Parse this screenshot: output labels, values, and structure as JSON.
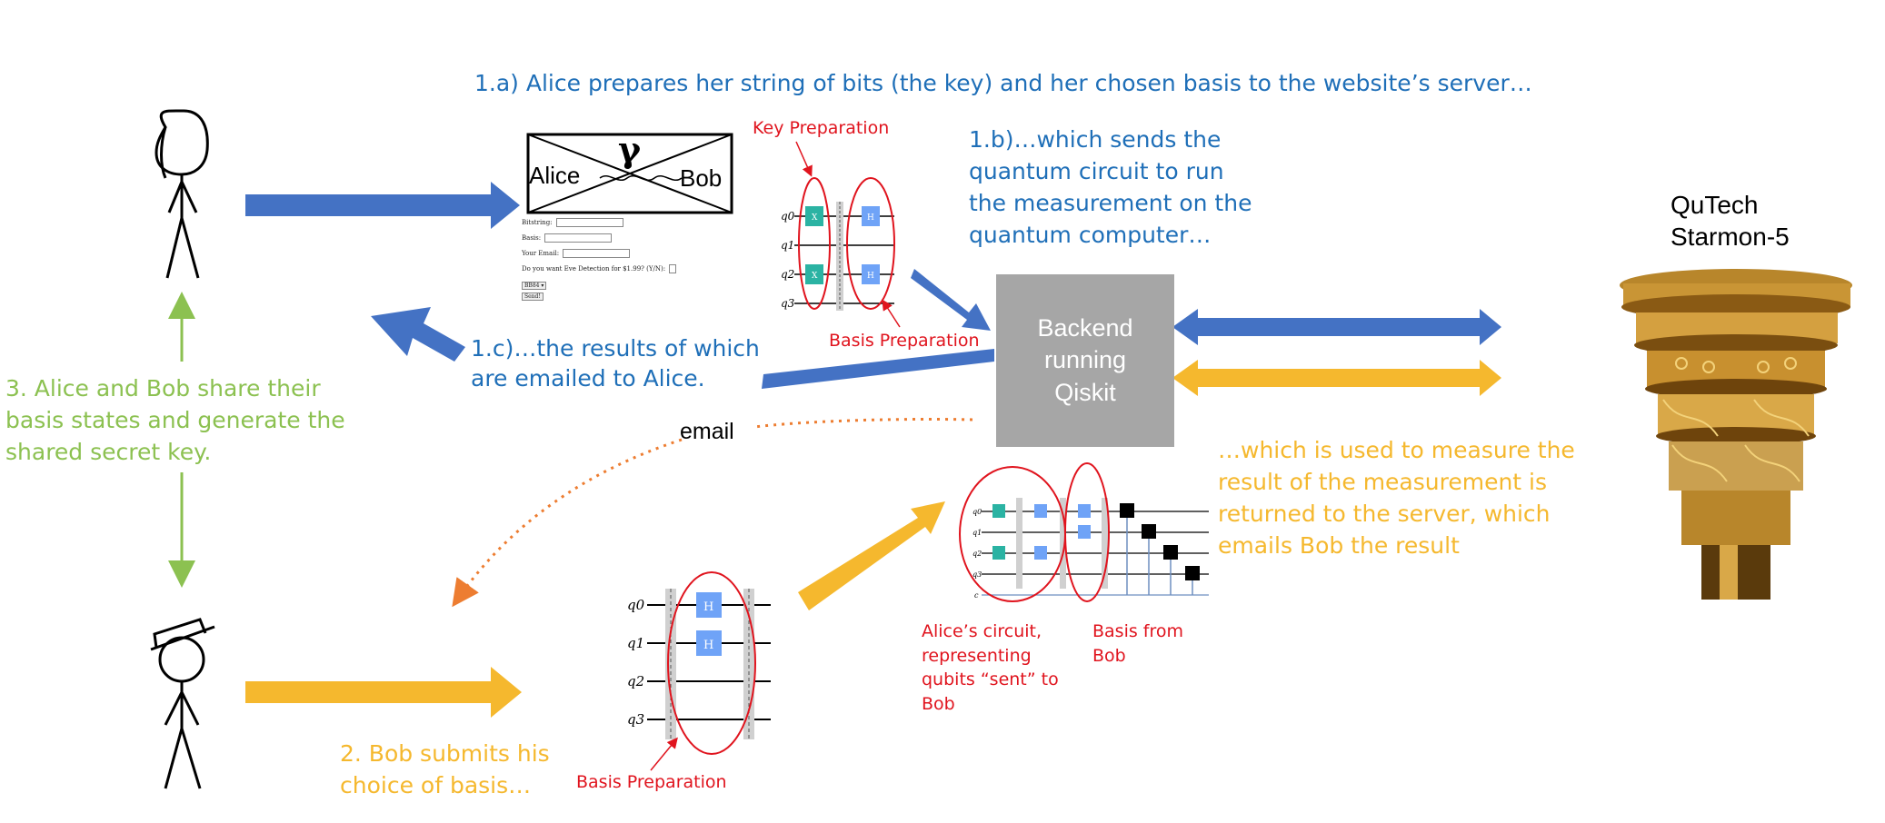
{
  "texts": {
    "step_1a": "1.a) Alice prepares her string of bits (the key) and her chosen basis to the website’s server…",
    "step_1b": "1.b)…which sends the\nquantum circuit to run\nthe measurement on the\nquantum computer…",
    "step_1c": "1.c)…the results of which\nare emailed to Alice.",
    "step_2": "2. Bob submits his\nchoice of basis…",
    "step_3": "3. Alice and Bob share their\nbasis states and generate the\nshared secret key.",
    "measure_note": "…which is used to measure the\nresult of the measurement is\nreturned to the server, which\nemails Bob the result",
    "email": "email",
    "key_preparation": "Key Preparation",
    "basis_preparation_top": "Basis Preparation",
    "basis_preparation_bottom": "Basis Preparation",
    "alice_circuit": "Alice’s circuit,\nrepresenting\nqubits “sent” to\nBob",
    "basis_from_bob": "Basis from\nBob",
    "backend": "Backend\nrunning\nQiskit",
    "qc_name": "QuTech\nStarmon-5"
  },
  "logo": {
    "left": "Alice",
    "right": "Bob",
    "symbol": "γ"
  },
  "form": {
    "bitstring": "Bitstring:",
    "basis": "Basis:",
    "email": "Your Email:",
    "eve": "Do you want Eve Detection for $1.99? (Y/N):",
    "select": "BB84 ▾",
    "send": "Send!"
  },
  "circuit_labels": {
    "q0": "q0",
    "q1": "q1",
    "q2": "q2",
    "q3": "q3",
    "x": "X",
    "h": "H",
    "c": "c"
  },
  "colors": {
    "blue": "#4472c4",
    "text_blue": "#1f6fb8",
    "green": "#8cc151",
    "orange": "#f5b82e",
    "red": "#e0141e",
    "dotted": "#ed7d31",
    "gray": "#a6a6a6",
    "x_gate": "#2bb3a3",
    "h_gate": "#6fa3f7"
  }
}
